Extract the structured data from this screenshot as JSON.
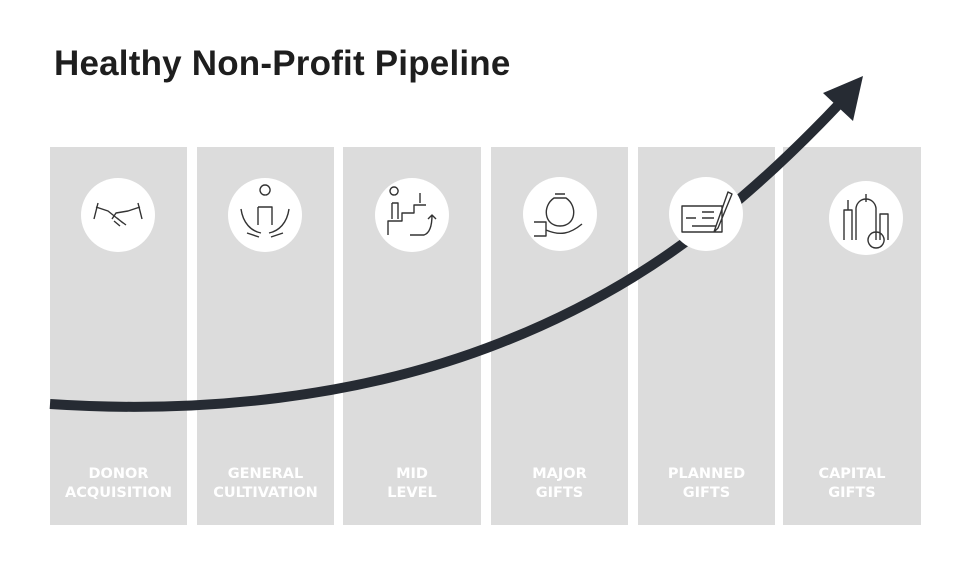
{
  "title": "Healthy Non-Profit Pipeline",
  "stages": [
    {
      "line1": "DONOR",
      "line2": "ACQUISITION",
      "color": "#b3201b",
      "icon": "handshake-icon"
    },
    {
      "line1": "GENERAL",
      "line2": "CULTIVATION",
      "color": "#cf7f3c",
      "icon": "hands-holding-person-icon"
    },
    {
      "line1": "MID",
      "line2": "LEVEL",
      "color": "#d79c3c",
      "icon": "person-climbing-stairs-dollar-icon"
    },
    {
      "line1": "MAJOR",
      "line2": "GIFTS",
      "color": "#687682",
      "icon": "hand-money-bag-icon"
    },
    {
      "line1": "PLANNED",
      "line2": "GIFTS",
      "color": "#86adc9",
      "icon": "check-and-pen-icon"
    },
    {
      "line1": "CAPITAL",
      "line2": "GIFTS",
      "color": "#9ec95f",
      "icon": "city-buildings-dollar-icon"
    }
  ],
  "colors": {
    "column_bg": "#dcdcdc",
    "arrow": "#262b33",
    "title": "#1e1e1e"
  }
}
